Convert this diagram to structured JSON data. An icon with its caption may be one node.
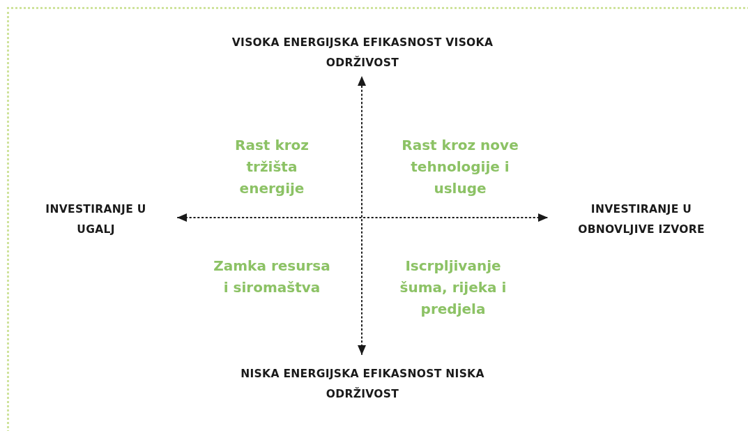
{
  "diagram": {
    "nodes": [
      {
        "text": [
          "VISOKA ENERGIJSKA EFIKASNOST VISOKA ODRŽIVOST"
        ]
      },
      {
        "text": [
          "NISKA ENERGIJSKA EFIKASNOST NISKA ODRŽIVOST"
        ]
      },
      {
        "text": [
          "INVESTIRANJE U UGALJ"
        ]
      },
      {
        "text": [
          "INVESTIRANJE U OBNOVLJIVE IZVORE"
        ]
      }
    ],
    "edges": [
      {
        "from": 1,
        "to": 0,
        "arrow": "both",
        "style": "dashed"
      },
      {
        "from": 2,
        "to": 3,
        "arrow": "both",
        "style": "dashed"
      }
    ],
    "labels": [
      "Rast kroz tržišta energije",
      "Rast kroz nove tehnologije i usluge",
      "Zamka resursa i siromaštva",
      "Iscrpljivanje šuma, rijeka i predjela"
    ]
  }
}
